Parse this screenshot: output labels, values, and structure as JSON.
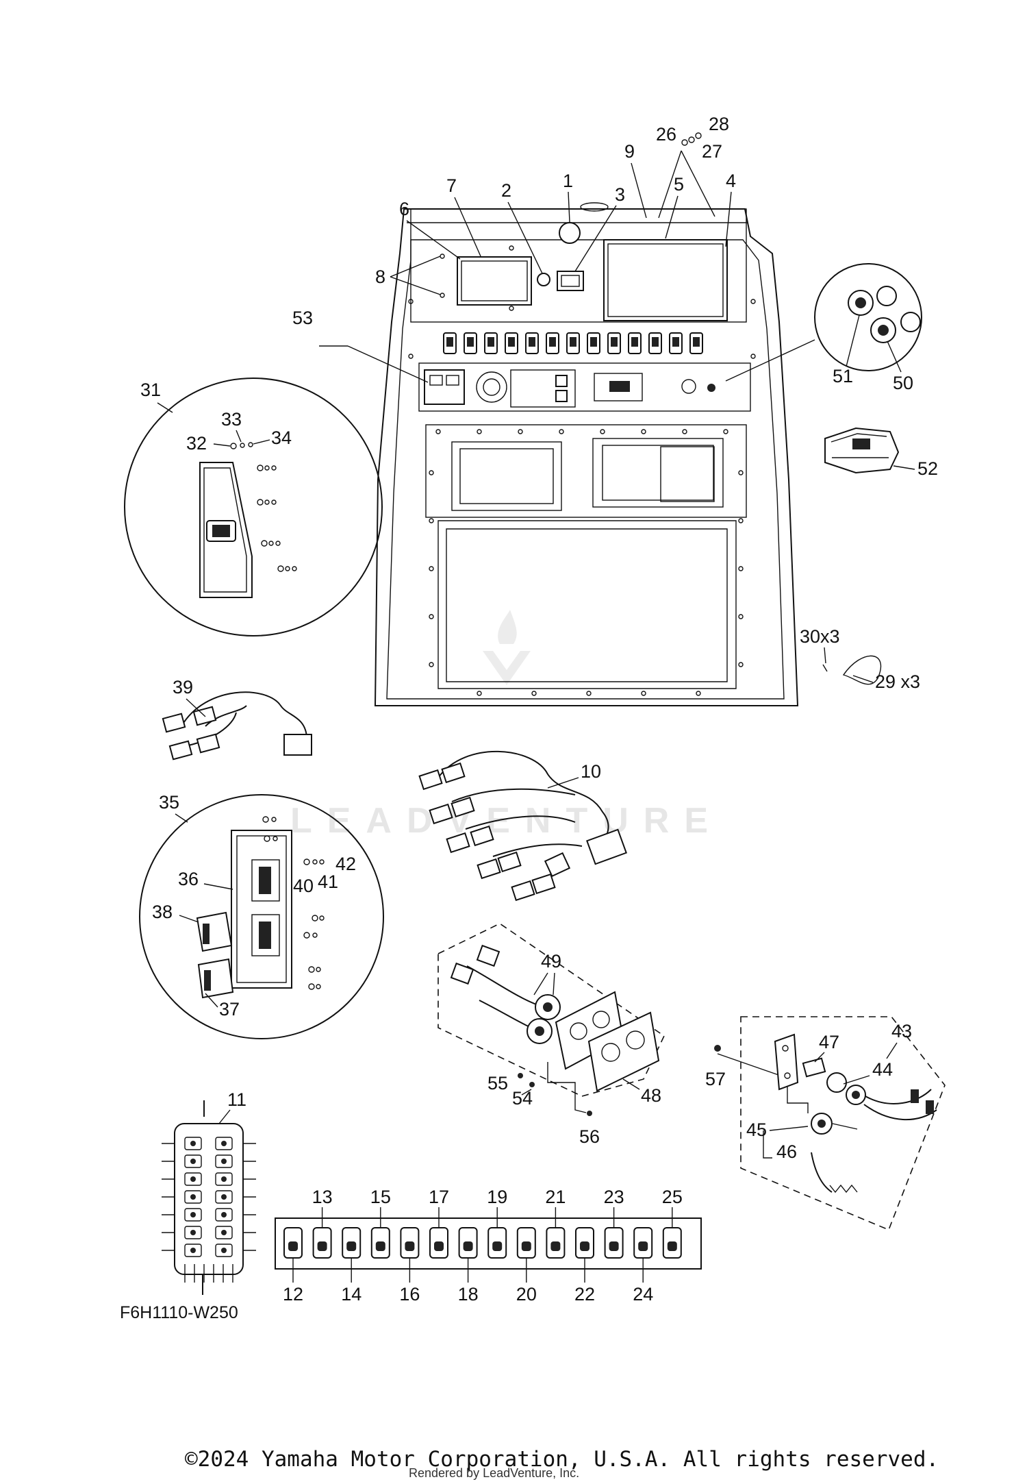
{
  "labels": {
    "n1": "1",
    "n2": "2",
    "n3": "3",
    "n4": "4",
    "n5": "5",
    "n6": "6",
    "n7": "7",
    "n8": "8",
    "n9": "9",
    "n10": "10",
    "n11": "11",
    "n12": "12",
    "n13": "13",
    "n14": "14",
    "n15": "15",
    "n16": "16",
    "n17": "17",
    "n18": "18",
    "n19": "19",
    "n20": "20",
    "n21": "21",
    "n22": "22",
    "n23": "23",
    "n24": "24",
    "n25": "25",
    "n26": "26",
    "n27": "27",
    "n28": "28",
    "n29": "29 x3",
    "n30": "30x3",
    "n31": "31",
    "n32": "32",
    "n33": "33",
    "n34": "34",
    "n35": "35",
    "n36": "36",
    "n37": "37",
    "n38": "38",
    "n39": "39",
    "n40": "40",
    "n41": "41",
    "n42": "42",
    "n43": "43",
    "n44": "44",
    "n45": "45",
    "n46": "46",
    "n47": "47",
    "n48": "48",
    "n49": "49",
    "n50": "50",
    "n51": "51",
    "n52": "52",
    "n53": "53",
    "n54": "54",
    "n55": "55",
    "n56": "56",
    "n57": "57"
  },
  "diagram_code": "F6H1110-W250",
  "footer": {
    "copyright": "©2024 Yamaha Motor Corporation, U.S.A. All rights reserved.",
    "rendered_by": "Rendered by LeadVenture, Inc."
  },
  "watermark": "LEADVENTURE",
  "colors": {
    "ink": "#111111",
    "background": "#ffffff",
    "watermark": "#e6e6e6"
  }
}
